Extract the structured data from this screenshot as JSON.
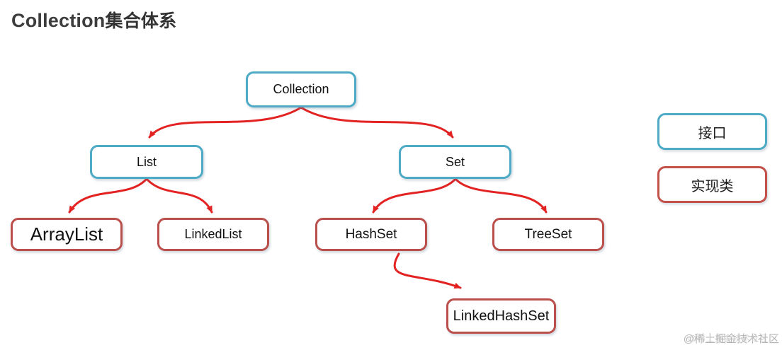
{
  "title": {
    "en": "Collection",
    "zh": "集合体系"
  },
  "colors": {
    "interface_border": "#4dabc6",
    "implementation_border": "#bb4f4b",
    "arrow": "#e32222",
    "title_text": "#3d3d3d",
    "node_text": "#111111",
    "watermark_text": "#b4b4b4"
  },
  "nodes": [
    {
      "id": "collection",
      "label": "Collection",
      "kind": "interface"
    },
    {
      "id": "list",
      "label": "List",
      "kind": "interface"
    },
    {
      "id": "set",
      "label": "Set",
      "kind": "interface"
    },
    {
      "id": "arraylist",
      "label": "ArrayList",
      "kind": "implementation"
    },
    {
      "id": "linkedlist",
      "label": "LinkedList",
      "kind": "implementation"
    },
    {
      "id": "hashset",
      "label": "HashSet",
      "kind": "implementation"
    },
    {
      "id": "treeset",
      "label": "TreeSet",
      "kind": "implementation"
    },
    {
      "id": "linkedhashset",
      "label": "LinkedHashSet",
      "kind": "implementation"
    }
  ],
  "edges": [
    {
      "from": "collection",
      "to": "list"
    },
    {
      "from": "collection",
      "to": "set"
    },
    {
      "from": "list",
      "to": "arraylist"
    },
    {
      "from": "list",
      "to": "linkedlist"
    },
    {
      "from": "set",
      "to": "hashset"
    },
    {
      "from": "set",
      "to": "treeset"
    },
    {
      "from": "hashset",
      "to": "linkedhashset"
    }
  ],
  "legend": [
    {
      "label": "接口",
      "kind": "interface"
    },
    {
      "label": "实现类",
      "kind": "implementation"
    }
  ],
  "watermark": "@稀土掘金技术社区"
}
